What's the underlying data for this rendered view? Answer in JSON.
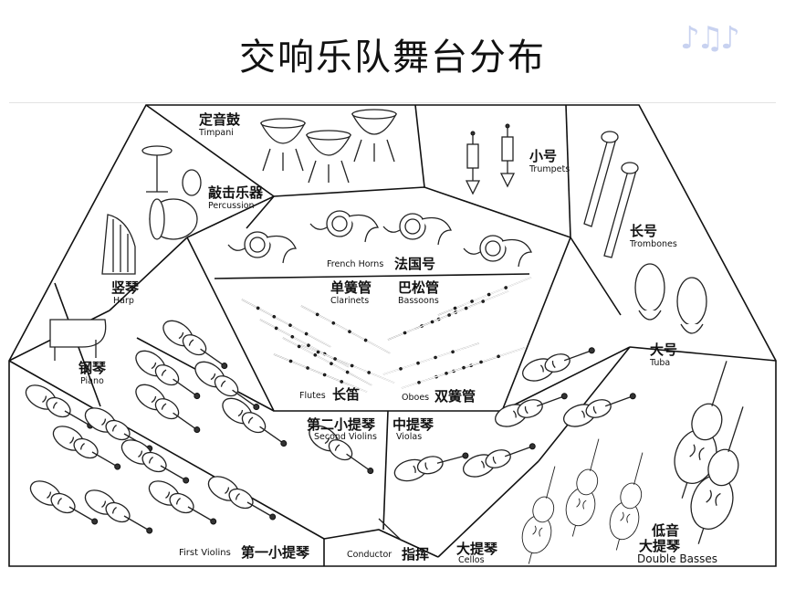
{
  "title": "交响乐队舞台分布",
  "sections": {
    "timpani": {
      "zh": "定音鼓",
      "en": "Timpani"
    },
    "percussion": {
      "zh": "敲击乐器",
      "en": "Percussion"
    },
    "trumpets": {
      "zh": "小号",
      "en": "Trumpets"
    },
    "trombones": {
      "zh": "长号",
      "en": "Trombones"
    },
    "french_horns": {
      "zh": "法国号",
      "en": "French Horns"
    },
    "harp": {
      "zh": "竖琴",
      "en": "Harp"
    },
    "clarinets": {
      "zh": "单簧管",
      "en": "Clarinets"
    },
    "bassoons": {
      "zh": "巴松管",
      "en": "Bassoons"
    },
    "piano": {
      "zh": "钢琴",
      "en": "Piano"
    },
    "tuba": {
      "zh": "大号",
      "en": "Tuba"
    },
    "flutes": {
      "zh": "长笛",
      "en": "Flutes"
    },
    "oboes": {
      "zh": "双簧管",
      "en": "Oboes"
    },
    "second_violins": {
      "zh": "第二小提琴",
      "en": "Second Violins"
    },
    "violas": {
      "zh": "中提琴",
      "en": "Violas"
    },
    "first_violins": {
      "zh": "第一小提琴",
      "en": "First Violins"
    },
    "conductor": {
      "zh": "指挥",
      "en": "Conductor"
    },
    "cellos": {
      "zh": "大提琴",
      "en": "Cellos"
    },
    "double_basses": {
      "zh1": "低音",
      "zh2": "大提琴",
      "en": "Double Basses"
    }
  },
  "icons": {
    "music_notes": "music-notes-icon"
  }
}
